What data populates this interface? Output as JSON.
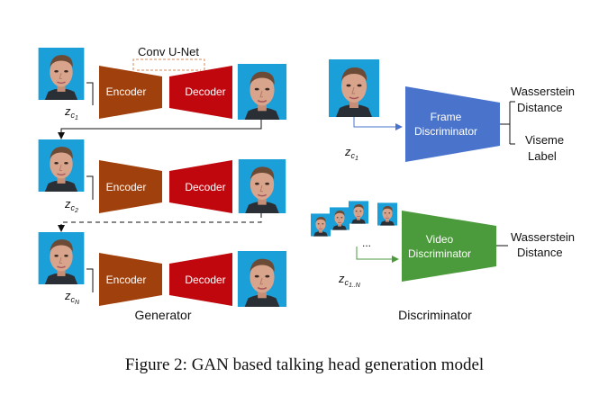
{
  "figure": {
    "caption": "Figure 2: GAN based talking head generation model"
  },
  "generator": {
    "title": "Generator",
    "unet_label": "Conv U-Net",
    "rows": [
      {
        "encoder": "Encoder",
        "decoder": "Decoder",
        "z_base": "z",
        "z_sub": "c",
        "z_subsub": "1"
      },
      {
        "encoder": "Encoder",
        "decoder": "Decoder",
        "z_base": "z",
        "z_sub": "c",
        "z_subsub": "2"
      },
      {
        "encoder": "Encoder",
        "decoder": "Decoder",
        "z_base": "z",
        "z_sub": "c",
        "z_subsub": "N"
      }
    ]
  },
  "discriminator": {
    "title": "Discriminator",
    "frame": {
      "label_line1": "Frame",
      "label_line2": "Discriminator",
      "z_base": "z",
      "z_sub": "c",
      "z_subsub": "1",
      "output1_line1": "Wasserstein",
      "output1_line2": "Distance",
      "output2_line1": "Viseme",
      "output2_line2": "Label"
    },
    "video": {
      "label_line1": "Video",
      "label_line2": "Discriminator",
      "z_base": "z",
      "z_sub": "c",
      "z_subsub": "1..N",
      "ellipsis": "...",
      "output_line1": "Wasserstein",
      "output_line2": "Distance"
    }
  },
  "colors": {
    "encoder": "#a0400d",
    "decoder": "#c0070d",
    "frame_disc": "#4a74cc",
    "video_disc": "#4b9a3c",
    "face_bg": "#1b9fd8",
    "face_skin": "#d9a48c",
    "face_hair": "#6b4a36",
    "arrow_blue": "#4a74cc",
    "arrow_green": "#4b9a3c",
    "unet_dash": "#d9895a"
  }
}
